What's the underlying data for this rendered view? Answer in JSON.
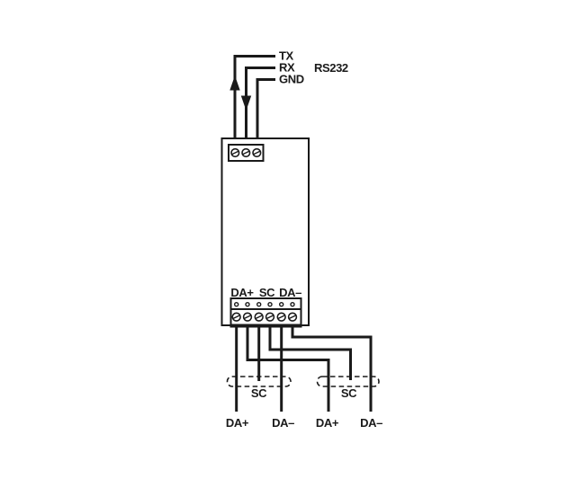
{
  "diagram_type": "wiring-connection-diagram",
  "colors": {
    "line": "#1a1a1a",
    "background": "#ffffff"
  },
  "rs232": {
    "bus_label": "RS232",
    "pins": [
      {
        "label": "TX",
        "direction": "out-of-module"
      },
      {
        "label": "RX",
        "direction": "into-module"
      },
      {
        "label": "GND",
        "direction": "none"
      }
    ]
  },
  "rs485": {
    "terminal_labels": [
      "DA+",
      "SC",
      "DA–"
    ]
  },
  "cables": [
    {
      "shield_label": "SC",
      "wire_labels": [
        "DA+",
        "DA–"
      ]
    },
    {
      "shield_label": "SC",
      "wire_labels": [
        "DA+",
        "DA–"
      ]
    }
  ]
}
